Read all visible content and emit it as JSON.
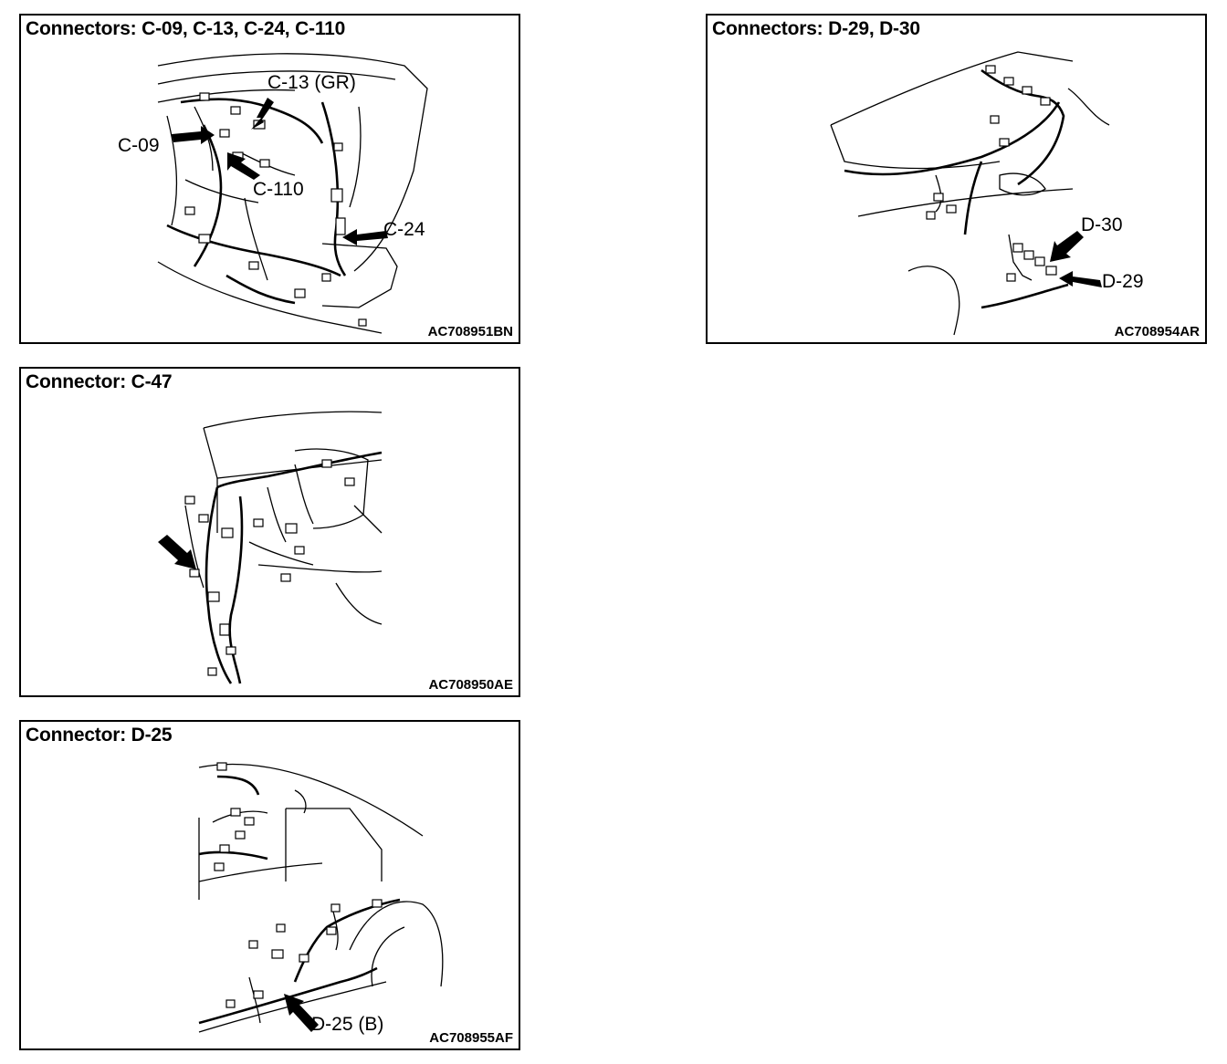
{
  "panels": [
    {
      "title": "Connectors: C-09, C-13, C-24, C-110",
      "code": "AC708951BN",
      "labels": [
        "C-13 (GR)",
        "C-09",
        "C-110",
        "C-24"
      ]
    },
    {
      "title": "Connectors: D-29, D-30",
      "code": "AC708954AR",
      "labels": [
        "D-30",
        "D-29"
      ]
    },
    {
      "title": "Connector: C-47",
      "code": "AC708950AE",
      "labels": []
    },
    {
      "title": "Connector: D-25",
      "code": "AC708955AF",
      "labels": [
        "D-25 (B)"
      ]
    }
  ]
}
